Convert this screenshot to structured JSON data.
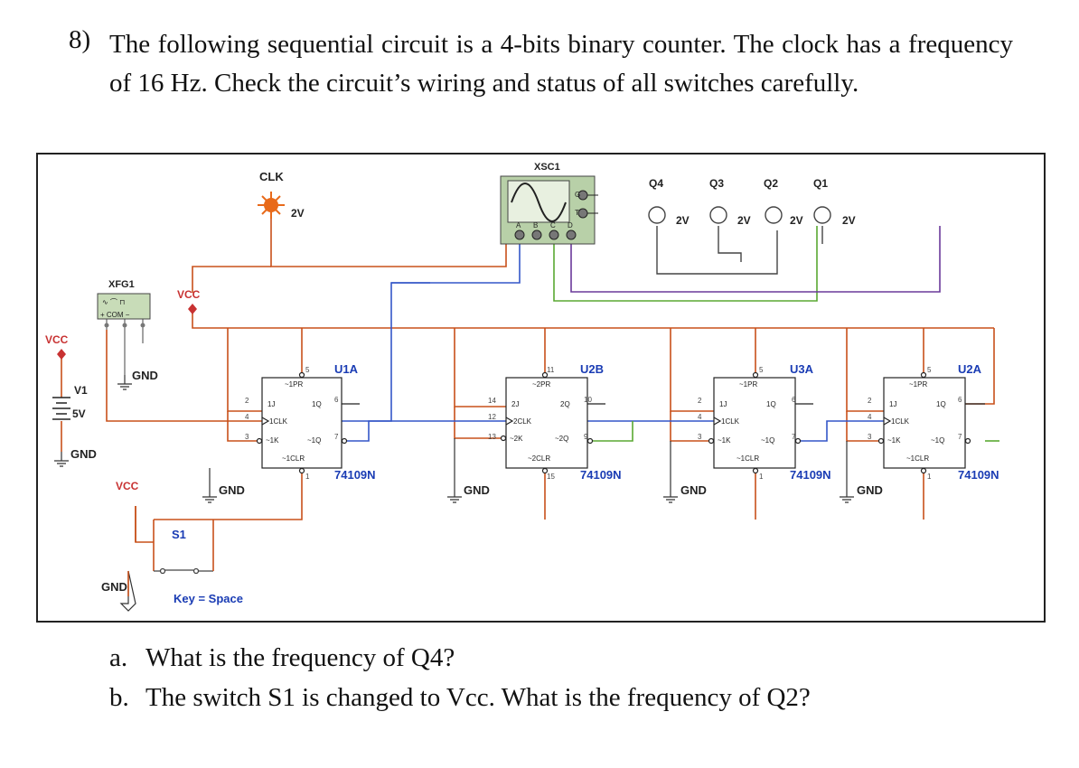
{
  "question": {
    "number": "8)",
    "text": "The following sequential circuit is a 4-bits binary counter. The clock has a frequency of 16 Hz. Check the circuit’s wiring and status of all switches carefully."
  },
  "subquestions": [
    {
      "label": "a.",
      "text": "What is the frequency of Q4?"
    },
    {
      "label": "b.",
      "text": "The switch S1 is changed to Vcc. What is the frequency of Q2?"
    }
  ],
  "schematic": {
    "components": {
      "scope": "XSC1",
      "clock": "CLK",
      "clock_voltage": "2V",
      "function_generator": "XFG1",
      "function_generator_terminals": "+ COM −",
      "battery": "V1",
      "battery_voltage": "5V",
      "switch": "S1",
      "switch_key": "Key = Space"
    },
    "probes": [
      {
        "name": "Q4",
        "voltage": "2V"
      },
      {
        "name": "Q3",
        "voltage": "2V"
      },
      {
        "name": "Q2",
        "voltage": "2V"
      },
      {
        "name": "Q1",
        "voltage": "2V"
      }
    ],
    "supply_labels": {
      "vcc": "VCC",
      "gnd": "GND"
    },
    "flipflops": [
      {
        "ref": "U1A",
        "part": "74109N",
        "j": "1J",
        "clk": "1CLK",
        "k": "~1K",
        "q": "1Q",
        "qn": "~1Q",
        "pr": "~1PR",
        "clr": "~1CLR",
        "pin_j": "2",
        "pin_clk": "4",
        "pin_k": "3",
        "pin_q": "6",
        "pin_qn": "7",
        "pin_pr": "5",
        "pin_clr": "1"
      },
      {
        "ref": "U2B",
        "part": "74109N",
        "j": "2J",
        "clk": "2CLK",
        "k": "~2K",
        "q": "2Q",
        "qn": "~2Q",
        "pr": "~2PR",
        "clr": "~2CLR",
        "pin_j": "14",
        "pin_clk": "12",
        "pin_k": "13",
        "pin_q": "10",
        "pin_qn": "9",
        "pin_pr": "11",
        "pin_clr": "15"
      },
      {
        "ref": "U3A",
        "part": "74109N",
        "j": "1J",
        "clk": "1CLK",
        "k": "~1K",
        "q": "1Q",
        "qn": "~1Q",
        "pr": "~1PR",
        "clr": "~1CLR",
        "pin_j": "2",
        "pin_clk": "4",
        "pin_k": "3",
        "pin_q": "6",
        "pin_qn": "7",
        "pin_pr": "5",
        "pin_clr": "1"
      },
      {
        "ref": "U2A",
        "part": "74109N",
        "j": "1J",
        "clk": "1CLK",
        "k": "~1K",
        "q": "1Q",
        "qn": "~1Q",
        "pr": "~1PR",
        "clr": "~1CLR",
        "pin_j": "2",
        "pin_clk": "4",
        "pin_k": "3",
        "pin_q": "6",
        "pin_qn": "7",
        "pin_pr": "5",
        "pin_clr": "1"
      }
    ],
    "scope_pins": {
      "g": "G",
      "t": "T",
      "a": "A",
      "b": "B",
      "c": "C",
      "d": "D"
    },
    "colors": {
      "wire_orange": "#c8501a",
      "wire_blue": "#3456c8",
      "wire_green": "#5aa832",
      "wire_purple": "#6a3a9a",
      "label_blue": "#1a3cb4",
      "supply_red": "#c83232",
      "probe_gray": "#444444"
    }
  }
}
